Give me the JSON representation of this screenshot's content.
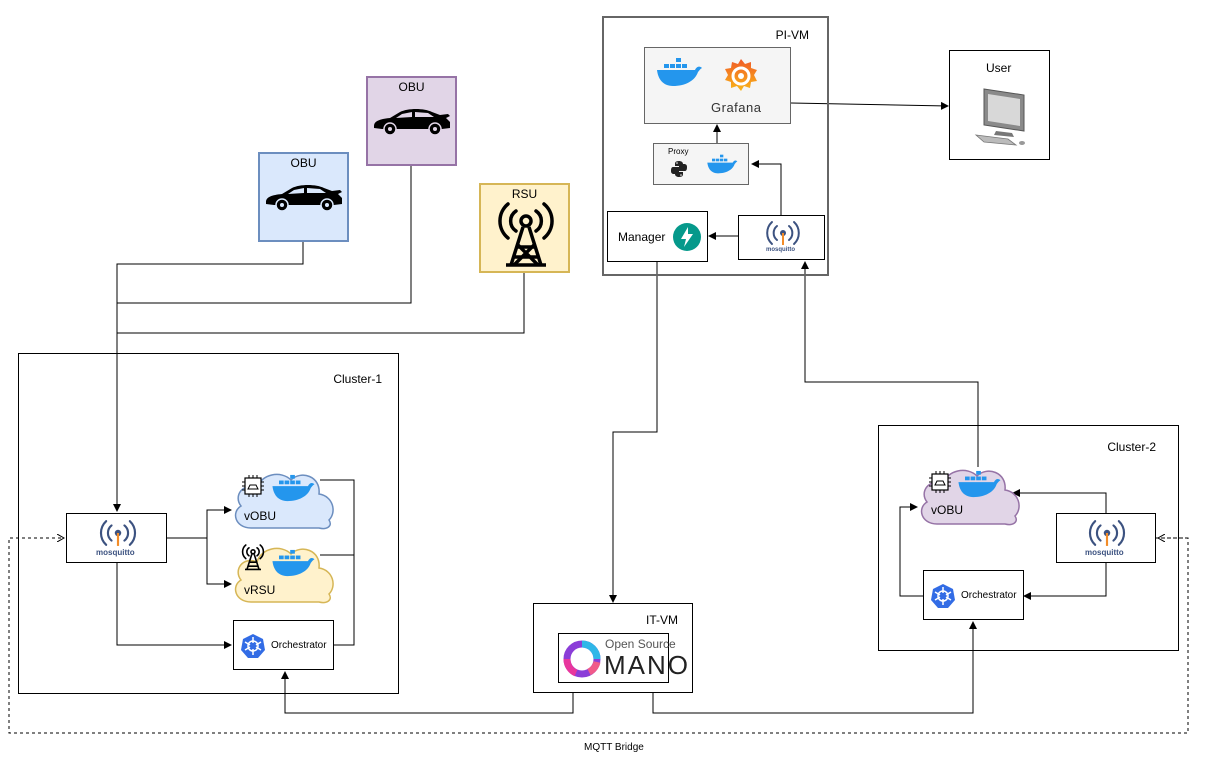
{
  "nodes": {
    "obu_blue": {
      "label": "OBU",
      "fill": "#dae8fc",
      "stroke": "#6c8ebf"
    },
    "obu_purple": {
      "label": "OBU",
      "fill": "#e1d5e7",
      "stroke": "#9673a6"
    },
    "rsu": {
      "label": "RSU",
      "fill": "#fff2cc",
      "stroke": "#d6b656"
    },
    "user": {
      "label": "User"
    },
    "pi_vm": {
      "label": "PI-VM"
    },
    "grafana": {
      "label": "Grafana",
      "fill": "#f5f5f5"
    },
    "proxy": {
      "label": "Proxy",
      "fill": "#f5f5f5"
    },
    "manager": {
      "label": "Manager"
    },
    "cluster1": {
      "label": "Cluster-1"
    },
    "cluster2": {
      "label": "Cluster-2"
    },
    "it_vm": {
      "label": "IT-VM"
    },
    "mano": {
      "line1": "Open Source",
      "line2": "MANO"
    },
    "mosquitto": {
      "label": "mosquitto"
    },
    "vobu1": {
      "label": "vOBU",
      "fill": "#dae8fc",
      "stroke": "#6c8ebf"
    },
    "vrsu1": {
      "label": "vRSU",
      "fill": "#fff2cc",
      "stroke": "#d6b656"
    },
    "vobu2": {
      "label": "vOBU",
      "fill": "#e1d5e7",
      "stroke": "#9673a6"
    },
    "orchestrator1": {
      "label": "Orchestrator"
    },
    "orchestrator2": {
      "label": "Orchestrator"
    }
  },
  "edges": {
    "bridge_label": "MQTT Bridge"
  },
  "icons": [
    "car-icon",
    "tower-icon",
    "docker-icon",
    "grafana-icon",
    "python-icon",
    "fastapi-icon",
    "mosquitto-icon",
    "kubernetes-icon",
    "computer-icon",
    "osm-icon",
    "chip-icon"
  ]
}
